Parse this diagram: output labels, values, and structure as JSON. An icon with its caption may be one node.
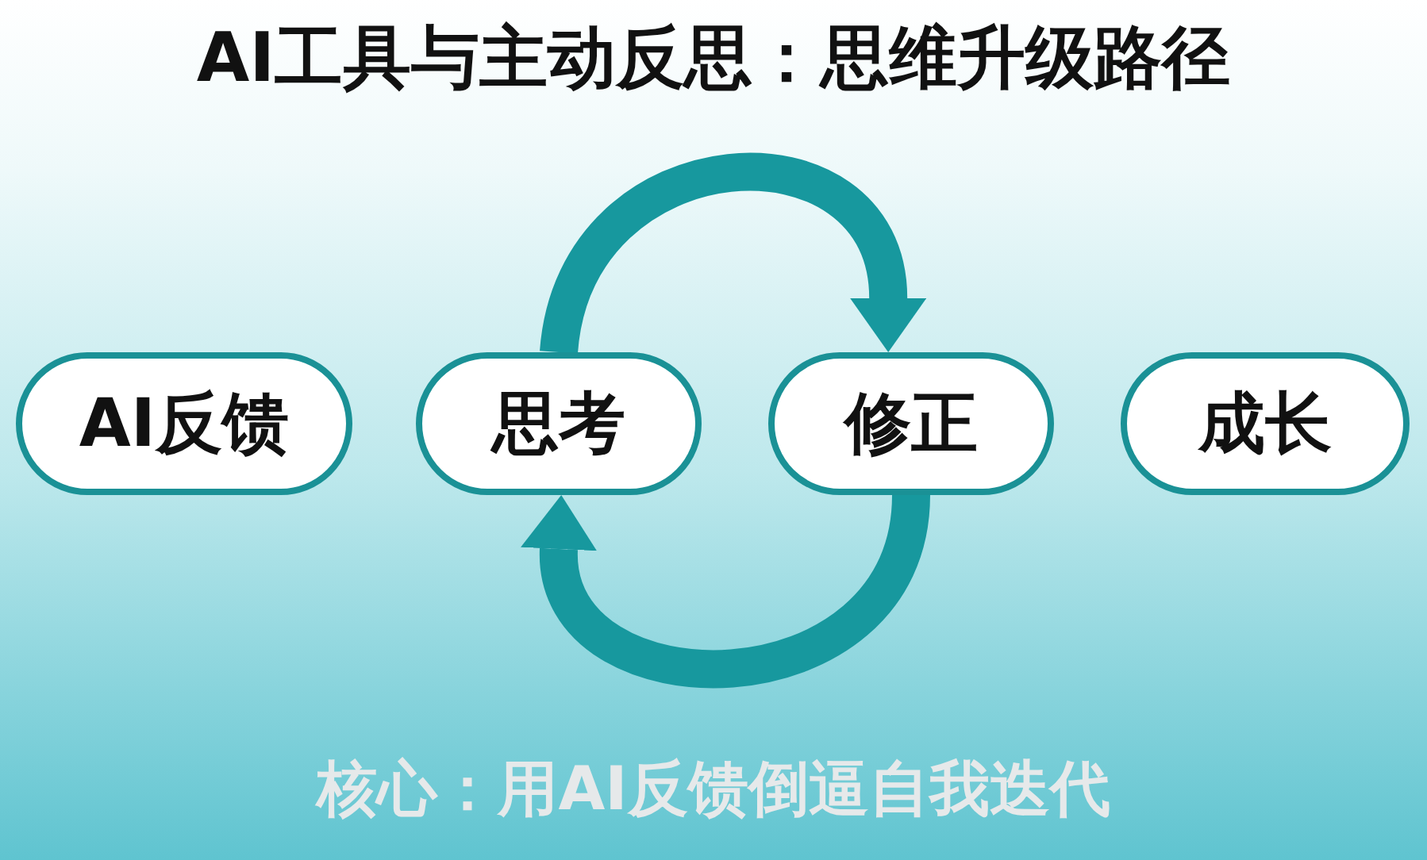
{
  "diagram": {
    "title": "AI工具与主动反思：思维升级路径",
    "nodes": [
      {
        "text": [
          "AI反馈"
        ]
      },
      {
        "text": [
          "思考"
        ]
      },
      {
        "text": [
          "修正"
        ]
      },
      {
        "text": [
          "成长"
        ]
      }
    ],
    "edges": [
      {
        "from": 1,
        "to": 2,
        "arrow": "to"
      },
      {
        "from": 2,
        "to": 1,
        "arrow": "to"
      }
    ],
    "caption": "核心：用AI反馈倒逼自我迭代"
  }
}
